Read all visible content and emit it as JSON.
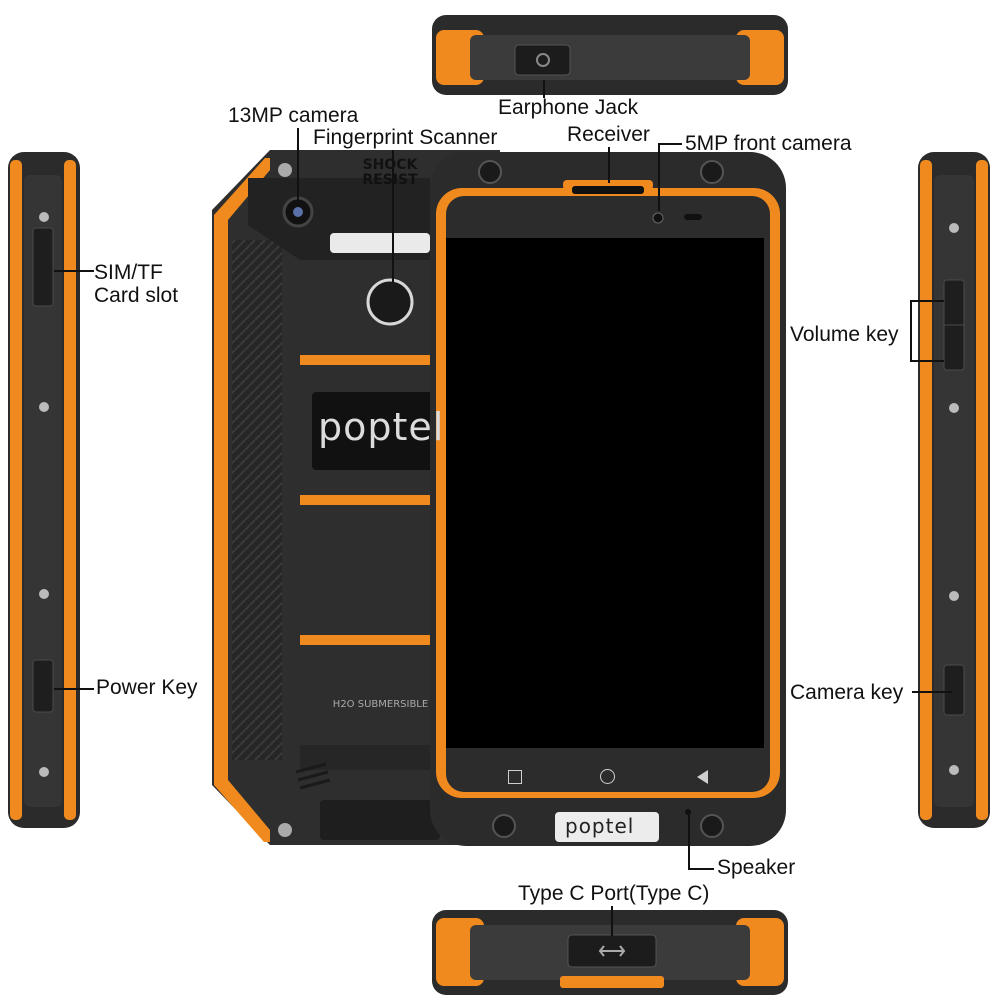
{
  "brand": {
    "back_logo": "poptel",
    "front_logo": "poptel",
    "shock_text": "SHOCK\nRESIST",
    "submersible_text": "H2O SUBMERSIBLE"
  },
  "colors": {
    "accent_orange": "#f08a1e",
    "body_dark": "#2b2b2b",
    "screen": "#000000"
  },
  "labels": {
    "earphone_jack": "Earphone Jack",
    "camera_13mp": "13MP camera",
    "fingerprint": "Fingerprint Scanner",
    "receiver": "Receiver",
    "front_camera_5mp": "5MP front camera",
    "sim_tf": "SIM/TF\nCard slot",
    "volume_key": "Volume key",
    "power_key": "Power Key",
    "camera_key": "Camera key",
    "speaker": "Speaker",
    "type_c_port": "Type C Port(Type C)"
  },
  "nav_icons": [
    "recent-apps-icon",
    "home-icon",
    "back-icon"
  ]
}
